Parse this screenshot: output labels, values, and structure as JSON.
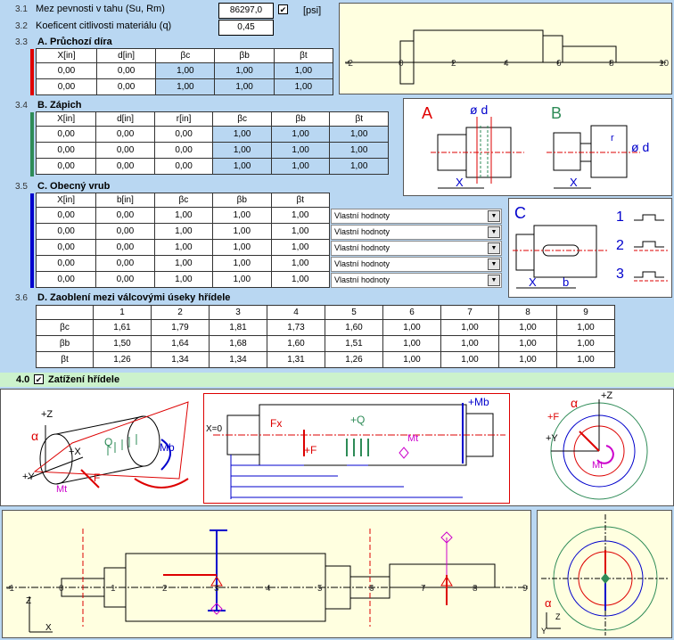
{
  "s31": {
    "num": "3.1",
    "label": "Mez pevnosti v tahu (Su, Rm)",
    "value": "86297,0",
    "unit": "[psi]"
  },
  "s32": {
    "num": "3.2",
    "label": "Koeficent citlivosti materiálu (q)",
    "value": "0,45"
  },
  "s33": {
    "num": "3.3",
    "title": "A. Průchozí díra",
    "headers": [
      "X[in]",
      "d[in]",
      "βc",
      "βb",
      "βt"
    ],
    "rows": [
      [
        "0,00",
        "0,00",
        "1,00",
        "1,00",
        "1,00"
      ],
      [
        "0,00",
        "0,00",
        "1,00",
        "1,00",
        "1,00"
      ]
    ]
  },
  "s34": {
    "num": "3.4",
    "title": "B. Zápich",
    "headers": [
      "X[in]",
      "d[in]",
      "r[in]",
      "βc",
      "βb",
      "βt"
    ],
    "rows": [
      [
        "0,00",
        "0,00",
        "0,00",
        "1,00",
        "1,00",
        "1,00"
      ],
      [
        "0,00",
        "0,00",
        "0,00",
        "1,00",
        "1,00",
        "1,00"
      ],
      [
        "0,00",
        "0,00",
        "0,00",
        "1,00",
        "1,00",
        "1,00"
      ]
    ]
  },
  "s35": {
    "num": "3.5",
    "title": "C. Obecný vrub",
    "headers": [
      "X[in]",
      "b[in]",
      "βc",
      "βb",
      "βt"
    ],
    "rows": [
      [
        "0,00",
        "0,00",
        "1,00",
        "1,00",
        "1,00"
      ],
      [
        "0,00",
        "0,00",
        "1,00",
        "1,00",
        "1,00"
      ],
      [
        "0,00",
        "0,00",
        "1,00",
        "1,00",
        "1,00"
      ],
      [
        "0,00",
        "0,00",
        "1,00",
        "1,00",
        "1,00"
      ],
      [
        "0,00",
        "0,00",
        "1,00",
        "1,00",
        "1,00"
      ]
    ],
    "combo": "Vlastní hodnoty"
  },
  "s36": {
    "num": "3.6",
    "title": "D. Zaoblení mezi válcovými úseky hřídele",
    "cols": [
      "1",
      "2",
      "3",
      "4",
      "5",
      "6",
      "7",
      "8",
      "9"
    ],
    "rows": [
      {
        "label": "βc",
        "vals": [
          "1,61",
          "1,79",
          "1,81",
          "1,73",
          "1,60",
          "1,00",
          "1,00",
          "1,00",
          "1,00"
        ]
      },
      {
        "label": "βb",
        "vals": [
          "1,50",
          "1,64",
          "1,68",
          "1,60",
          "1,51",
          "1,00",
          "1,00",
          "1,00",
          "1,00"
        ]
      },
      {
        "label": "βt",
        "vals": [
          "1,26",
          "1,34",
          "1,34",
          "1,31",
          "1,26",
          "1,00",
          "1,00",
          "1,00",
          "1,00"
        ]
      }
    ]
  },
  "s40": {
    "num": "4.0",
    "title": "Zatížení hřídele"
  },
  "axis_top": [
    "-2",
    "0",
    "2",
    "4",
    "6",
    "8",
    "10"
  ],
  "axis_bottom": [
    "-1",
    "0",
    "1",
    "2",
    "3",
    "4",
    "5",
    "6",
    "7",
    "8",
    "9"
  ],
  "fig": {
    "a": "A",
    "b": "B",
    "c": "C",
    "od": "ø d",
    "r": "r",
    "x": "X",
    "bb": "b",
    "n1": "1",
    "n2": "2",
    "n3": "3",
    "z": "+Z",
    "y": "+Y",
    "xx": "+X",
    "alpha": "α",
    "mt": "Mt",
    "f": "F",
    "q": "Q",
    "mb": "Mb",
    "x0": "X=0",
    "fx": "Fx",
    "pf": "+F",
    "pq": "+Q",
    "pmb": "+Mb",
    "zz": "Z",
    "yy": "Y"
  },
  "colors": {
    "bg": "#b9d7f2",
    "panel": "#ffffe0",
    "red": "#e00000",
    "green": "#2e8b57",
    "blue": "#0000cc"
  }
}
